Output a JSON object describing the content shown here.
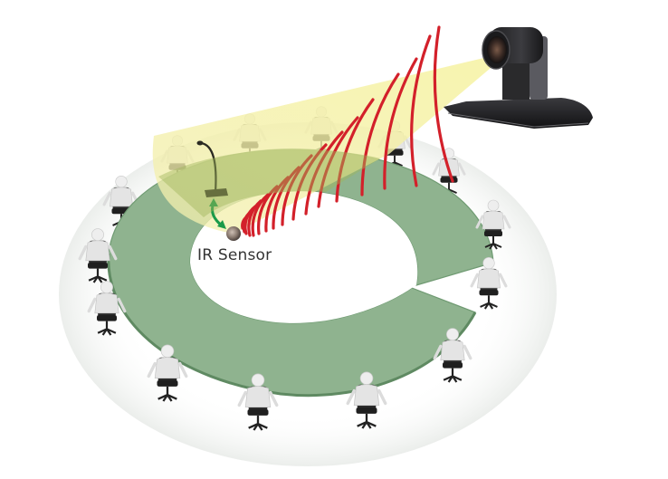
{
  "diagram": {
    "title": "IR sensor triggered camera tracking in a conference room",
    "labels": {
      "ir_sensor": "IR Sensor"
    },
    "elements": {
      "camera": "PTZ camera",
      "sensor": "IR sensor",
      "table": "ring conference table",
      "microphone": "gooseneck microphone",
      "beam": "camera field of view",
      "waves": "IR signal waves"
    },
    "colors": {
      "table": "#8fb38f",
      "table_edge": "#6f9a72",
      "beam": "#f3f0a8",
      "waves": "#d3202a",
      "arrow": "#1a9a4a",
      "camera_body": "#2a2a2c",
      "chair": "#2b2b2b",
      "person": "#e6e6e6"
    },
    "wave_count": 15,
    "seat_count": 16
  }
}
